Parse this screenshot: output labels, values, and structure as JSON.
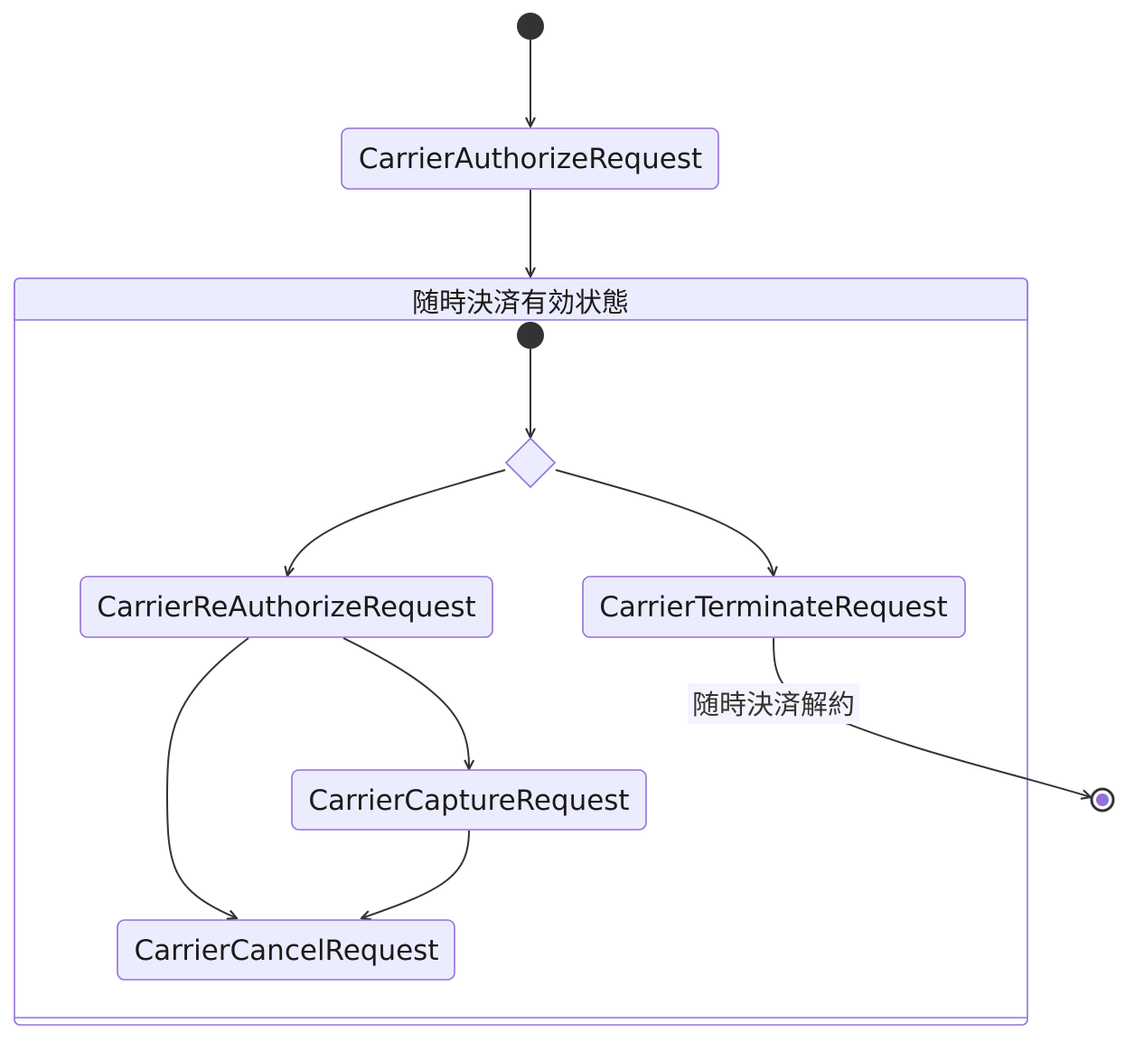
{
  "diagram": {
    "states": {
      "authorize": "CarrierAuthorizeRequest",
      "reauthorize": "CarrierReAuthorizeRequest",
      "terminate": "CarrierTerminateRequest",
      "capture": "CarrierCaptureRequest",
      "cancel": "CarrierCancelRequest"
    },
    "composite_title": "随時決済有効状態",
    "transition_label": "随時決済解約",
    "colors": {
      "state_fill": "#ECECFF",
      "state_stroke": "#9370DB",
      "edge": "#333333",
      "end_inner": "#9370DB"
    }
  }
}
